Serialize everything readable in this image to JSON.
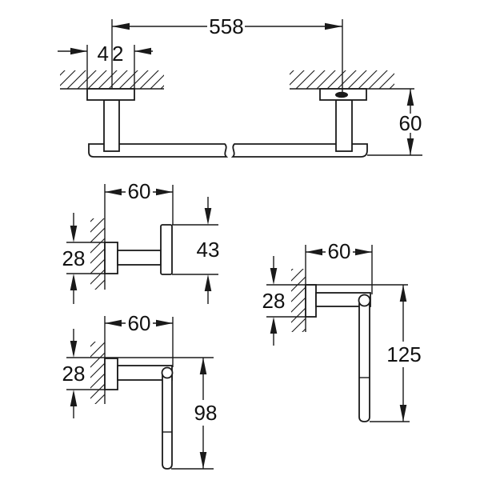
{
  "colors": {
    "line": "#1a1a1a",
    "background": "#ffffff",
    "text": "#111111"
  },
  "views": {
    "towel_bar": {
      "width_mm": "558",
      "mount_width_mm": "42",
      "height_mm": "60"
    },
    "robe_hook": {
      "depth_mm": "60",
      "mount_height_mm": "28",
      "height_mm": "43"
    },
    "paper_holder": {
      "depth_mm": "60",
      "mount_height_mm": "28",
      "height_mm": "98"
    },
    "spare_paper_holder": {
      "depth_mm": "60",
      "mount_height_mm": "28",
      "height_mm": "125"
    }
  }
}
